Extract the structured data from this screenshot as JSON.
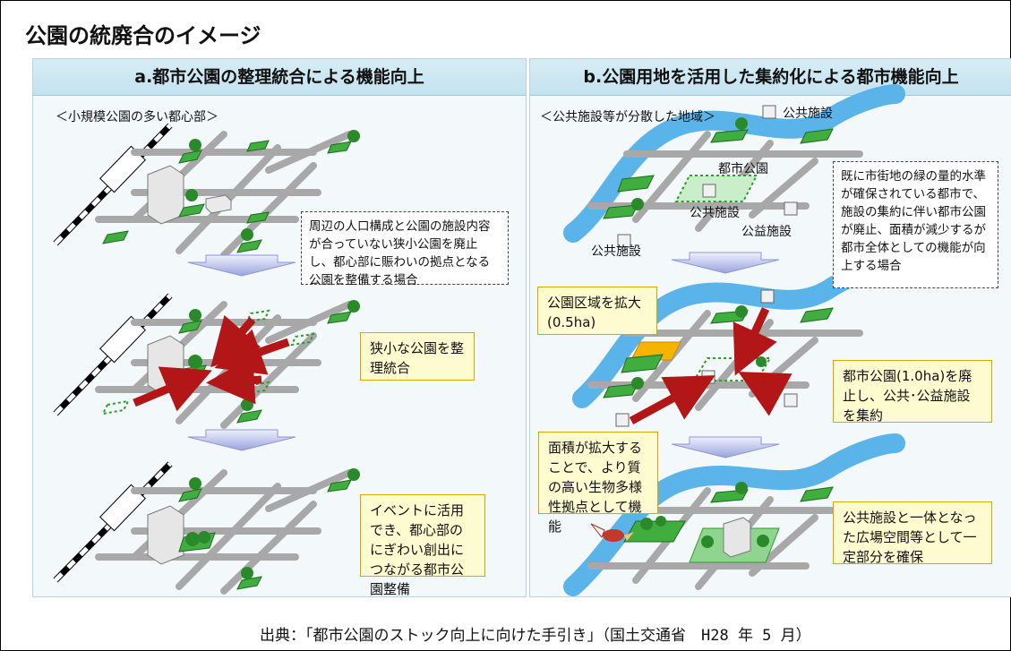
{
  "title": "公園の統廃合のイメージ",
  "left": {
    "header": "a.都市公園の整理統合による機能向上",
    "sub_label": "＜小規模公園の多い都心部＞",
    "dashed_note": "周辺の人口構成と公園の施設内容が合っていない狭小公園を廃止し、都心部に賑わいの拠点となる公園を整備する場合",
    "callout_merge": "狭小な公園を整理統合",
    "callout_event": "イベントに活用でき、都心部のにぎわい創出につながる都市公園整備"
  },
  "right": {
    "header": "b.公園用地を活用した集約化による都市機能向上",
    "sub_label": "＜公共施設等が分散した地域＞",
    "facility_label_top": "公共施設",
    "city_park_label": "都市公園",
    "public_facility_label": "公共施設",
    "public_benefit_label": "公益施設",
    "public_facility_label_left": "公共施設",
    "dashed_note": "既に市街地の緑の量的水準が確保されている都市で、施設の集約に伴い都市公園が廃止、面積が減少するが都市全体としての機能が向上する場合",
    "callout_expand": "公園区域を拡大(0.5ha)",
    "callout_abolish": "都市公園(1.0ha)を廃止し、公共･公益施設を集約",
    "callout_biodiversity": "面積が拡大することで、より質の高い生物多様性拠点として機能",
    "callout_plaza": "公共施設と一体となった広場空間等として一定部分を確保"
  },
  "source": "出典：「都市公園のストック向上に向けた手引き」（国土交通省　H28 年 5 月）",
  "colors": {
    "road": "#9a9a9a",
    "park": "#2e9b2e",
    "park_light": "#8fd48f",
    "river": "#5ab4ea",
    "arrow": "#b31616",
    "yellow_fill": "#fffbd0",
    "orange_zone": "#f5b400"
  }
}
